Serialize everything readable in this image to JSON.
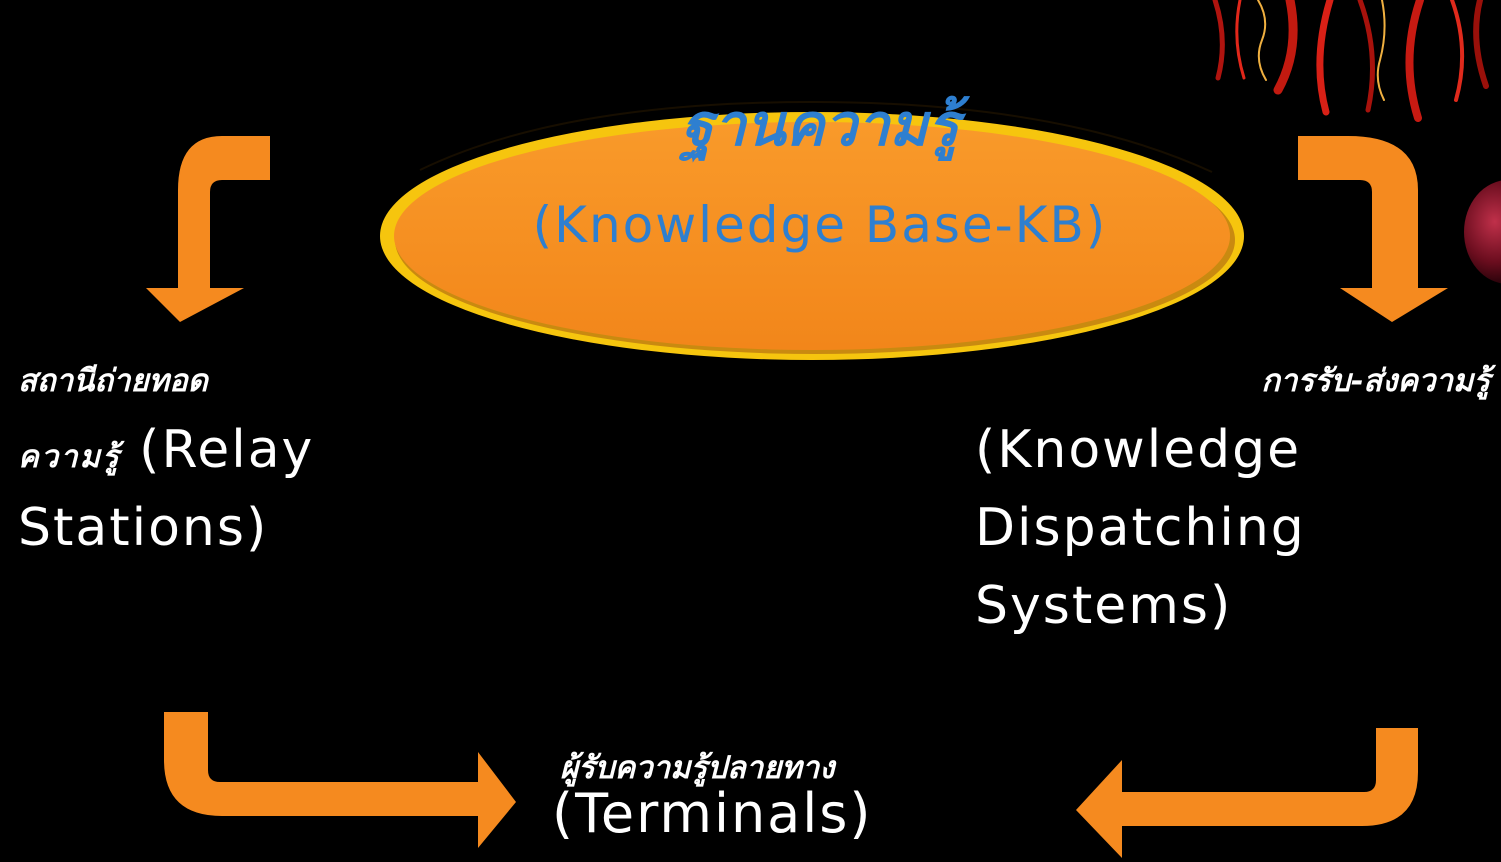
{
  "colors": {
    "background": "#000000",
    "arrow_fill": "#f58a1f",
    "ellipse_fill": "#f7901e",
    "ellipse_rim": "#f6c50e",
    "title_text": "#2e7fd0",
    "body_text": "#ffffff"
  },
  "knowledge_base": {
    "title_thai": "ฐานความรู้",
    "title_english": "(Knowledge Base-KB)"
  },
  "relay": {
    "line1_thai": "สถานีถ่ายทอด",
    "line2_thai": "ความรู้",
    "line2_english": "(Relay",
    "line3_english": "Stations)"
  },
  "dispatch": {
    "line1_thai": "การรับ-ส่งความรู้",
    "line2_english": "(Knowledge",
    "line3_english": "Dispatching",
    "line4_english": "Systems)"
  },
  "terminals": {
    "line1_thai": "ผู้รับความรู้ปลายทาง",
    "line2_english": "(Terminals)"
  },
  "decorations": {
    "top_right": "red-squiggle-ornament",
    "right_edge": "red-glow-orb"
  }
}
